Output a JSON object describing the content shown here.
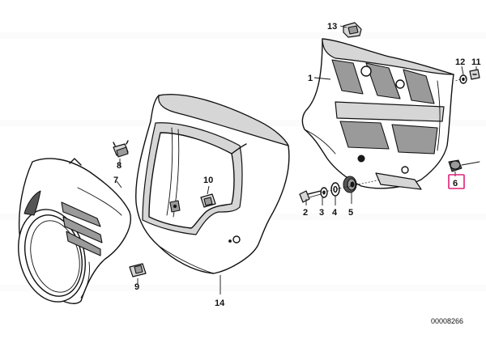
{
  "callouts": {
    "c1": "1",
    "c2": "2",
    "c3": "3",
    "c4": "4",
    "c5": "5",
    "c6": "6",
    "c7": "7",
    "c8": "8",
    "c9": "9",
    "c10": "10",
    "c11": "11",
    "c12": "12",
    "c13": "13",
    "c14": "14"
  },
  "highlighted_callout": "6",
  "highlight_color": "#e0207a",
  "catalog_number": "00008266"
}
